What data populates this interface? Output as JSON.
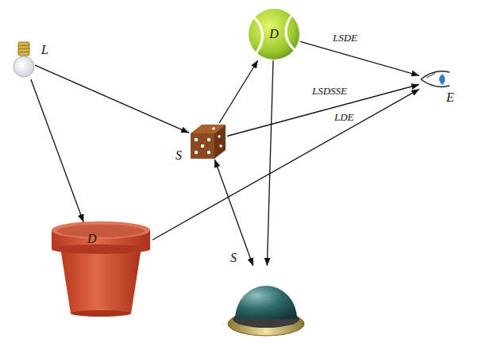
{
  "diagram": {
    "nodes": [
      {
        "text": [
          "L"
        ]
      },
      {
        "text": [
          "D"
        ]
      },
      {
        "text": [
          "E"
        ]
      },
      {
        "text": [
          "S"
        ]
      },
      {
        "text": [
          "D"
        ]
      },
      {
        "text": [
          "S"
        ]
      }
    ],
    "edges": [
      {
        "from": 0,
        "to": 3,
        "arrow": "to"
      },
      {
        "from": 0,
        "to": 4,
        "arrow": "to"
      },
      {
        "from": 3,
        "to": 1,
        "arrow": "to"
      },
      {
        "from": 1,
        "to": 2,
        "arrow": "to",
        "label": "LSDE"
      },
      {
        "from": 1,
        "to": 5,
        "arrow": "to"
      },
      {
        "from": 5,
        "to": 3,
        "arrow": "both"
      },
      {
        "from": 3,
        "to": 2,
        "arrow": "to",
        "label": "LSDSSE"
      },
      {
        "from": 4,
        "to": 2,
        "arrow": "to",
        "label": "LDE"
      }
    ]
  }
}
